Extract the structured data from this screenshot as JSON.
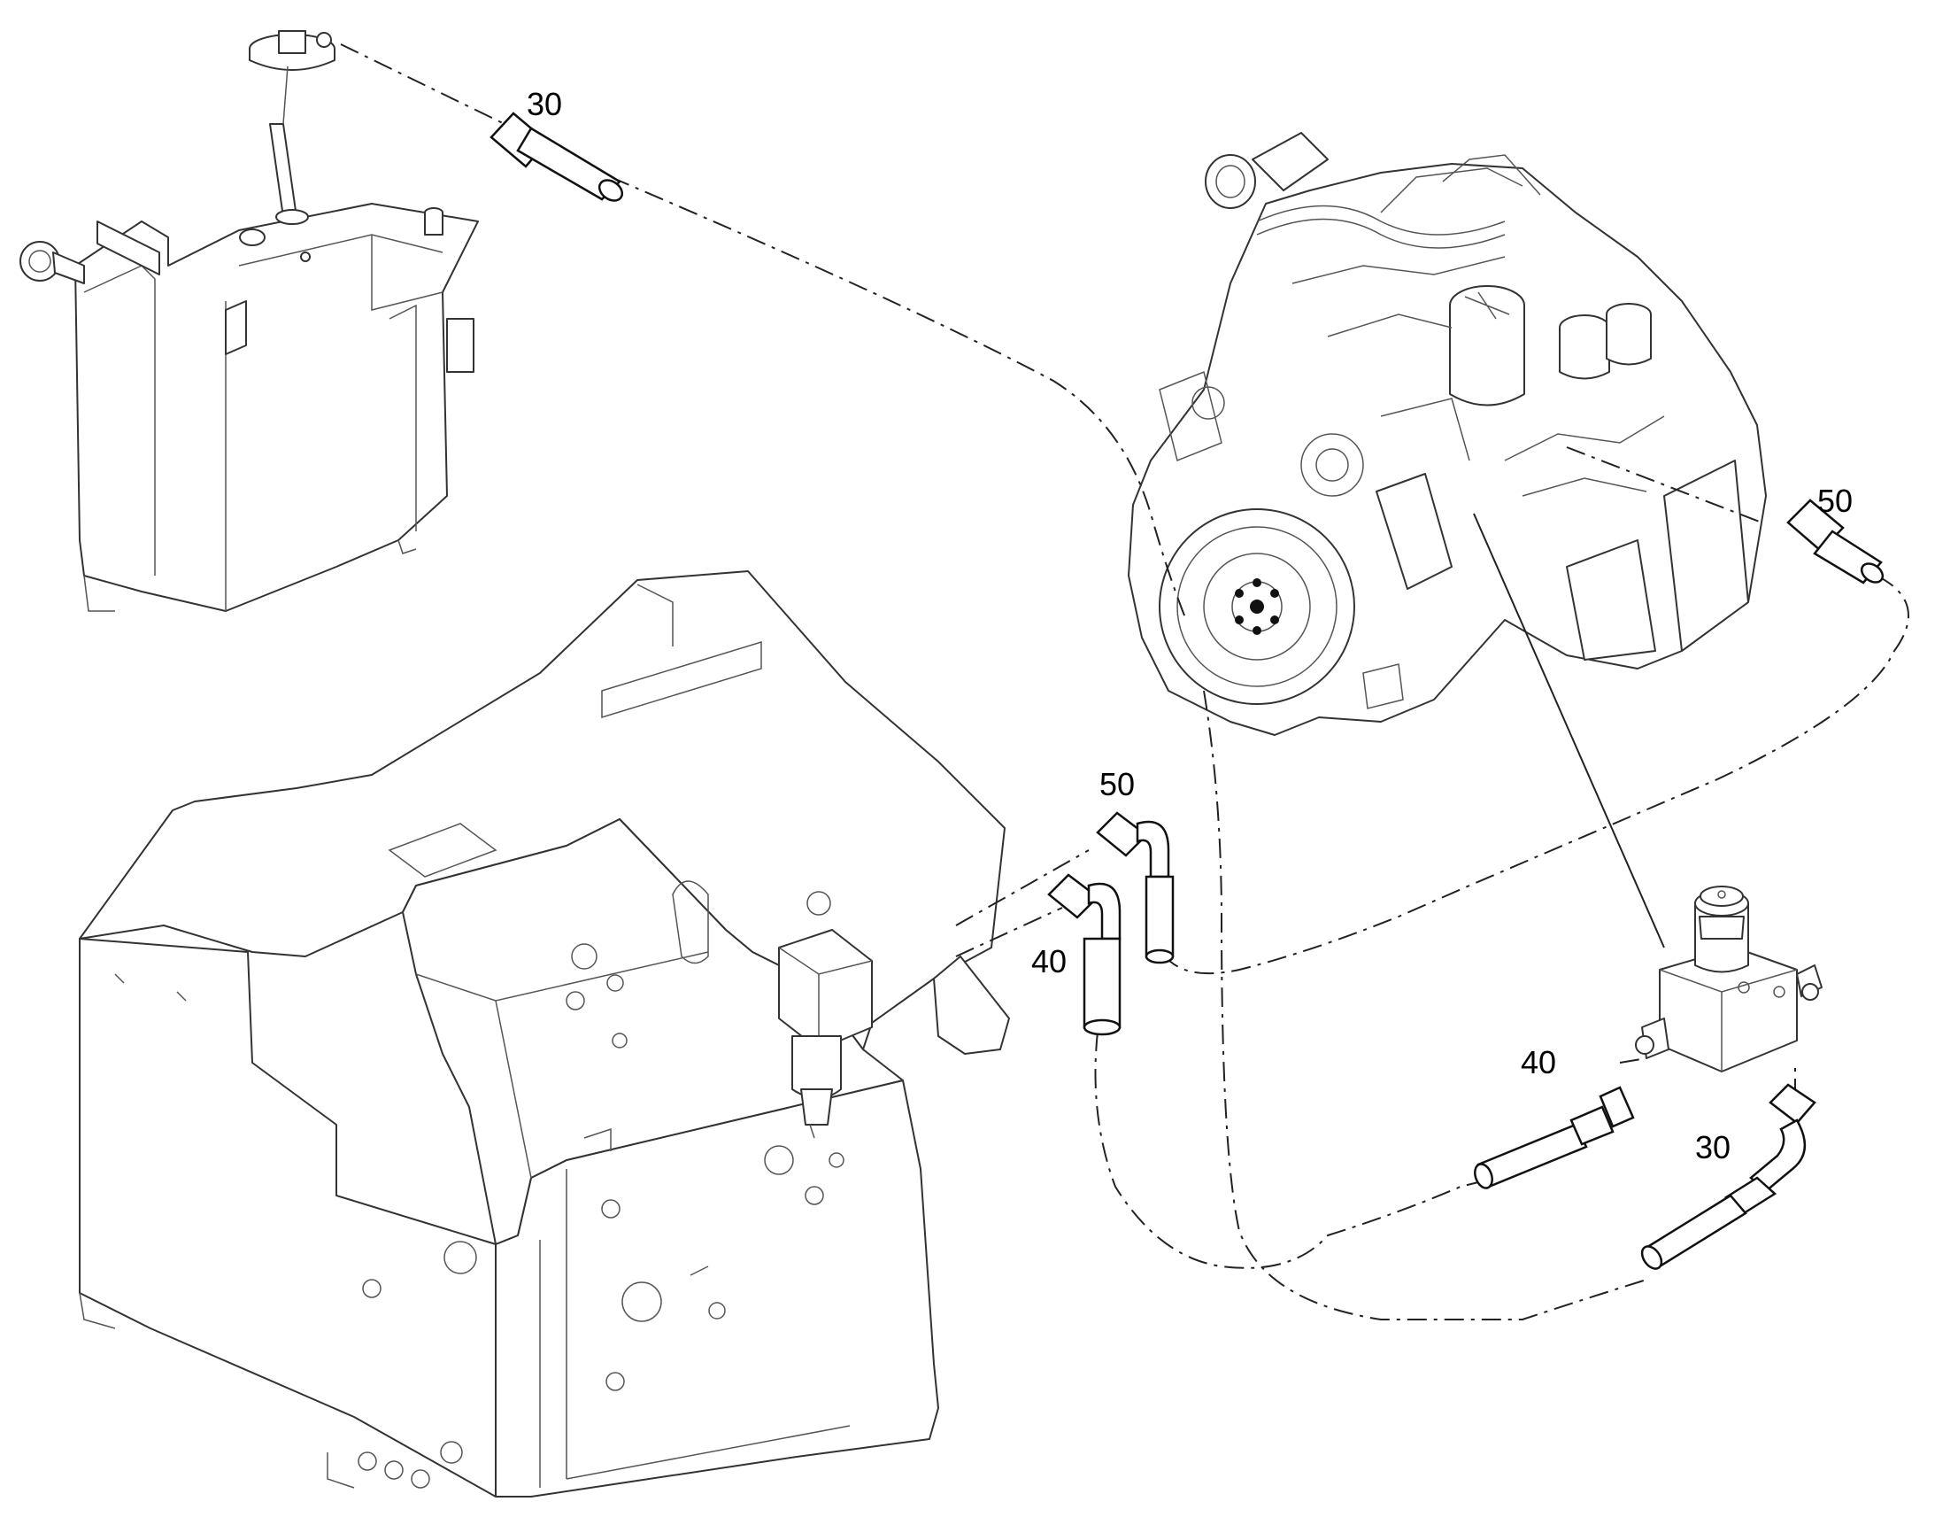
{
  "callouts": [
    {
      "id": "hose-tank-top",
      "text": "30"
    },
    {
      "id": "hose-engine-right",
      "text": "50"
    },
    {
      "id": "elbow-upper",
      "text": "50"
    },
    {
      "id": "elbow-lower",
      "text": "40"
    },
    {
      "id": "hose-straight-lower",
      "text": "40"
    },
    {
      "id": "hose-elbow-lower-right",
      "text": "30"
    }
  ],
  "colors": {
    "line": "#333333",
    "background": "#ffffff"
  }
}
